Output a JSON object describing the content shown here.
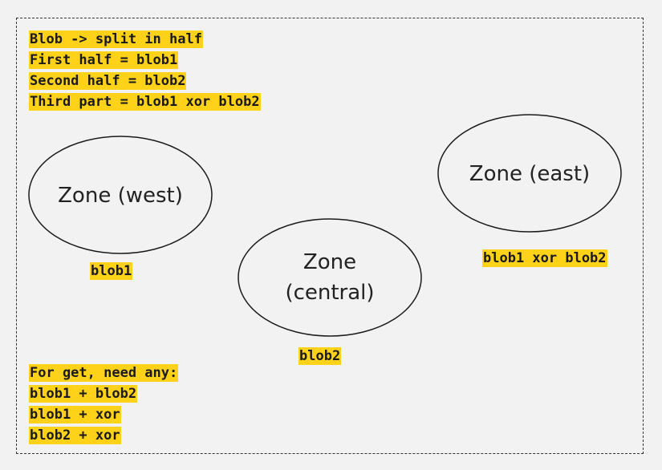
{
  "notes": {
    "top": [
      "Blob -> split in half",
      "First half = blob1",
      "Second half = blob2",
      "Third part = blob1 xor blob2"
    ],
    "bottom": [
      "For get, need any:",
      "blob1 + blob2",
      "blob1 + xor",
      "blob2 + xor"
    ]
  },
  "zones": {
    "west": {
      "name": "Zone (west)",
      "label": "blob1"
    },
    "central": {
      "name_line1": "Zone",
      "name_line2": "(central)",
      "label": "blob2"
    },
    "east": {
      "name": "Zone (east)",
      "label": "blob1 xor blob2"
    }
  },
  "colors": {
    "highlight": "#ffd21a",
    "background": "#f2f2f2",
    "ink": "#1a1a1a"
  }
}
